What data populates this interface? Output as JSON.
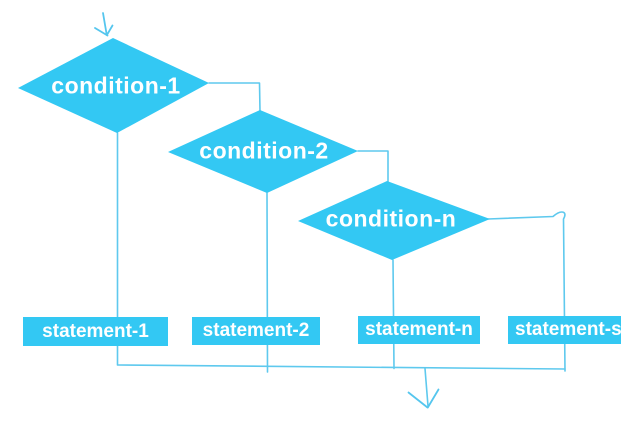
{
  "diagram": {
    "kind": "if-else-if-ladder-flowchart",
    "conditions": [
      {
        "label": "condition-1"
      },
      {
        "label": "condition-2"
      },
      {
        "label": "condition-n"
      }
    ],
    "statements": [
      {
        "label": "statement-1"
      },
      {
        "label": "statement-2"
      },
      {
        "label": "statement-n"
      },
      {
        "label": "statement-s"
      }
    ],
    "icons": {
      "entry": "arrow-down-icon",
      "exit": "arrow-down-icon"
    },
    "colors": {
      "shape_fill": "#33c8f3",
      "connector": "#5ec9ee",
      "label_text": "#ffffff",
      "background": "#ffffff"
    }
  }
}
